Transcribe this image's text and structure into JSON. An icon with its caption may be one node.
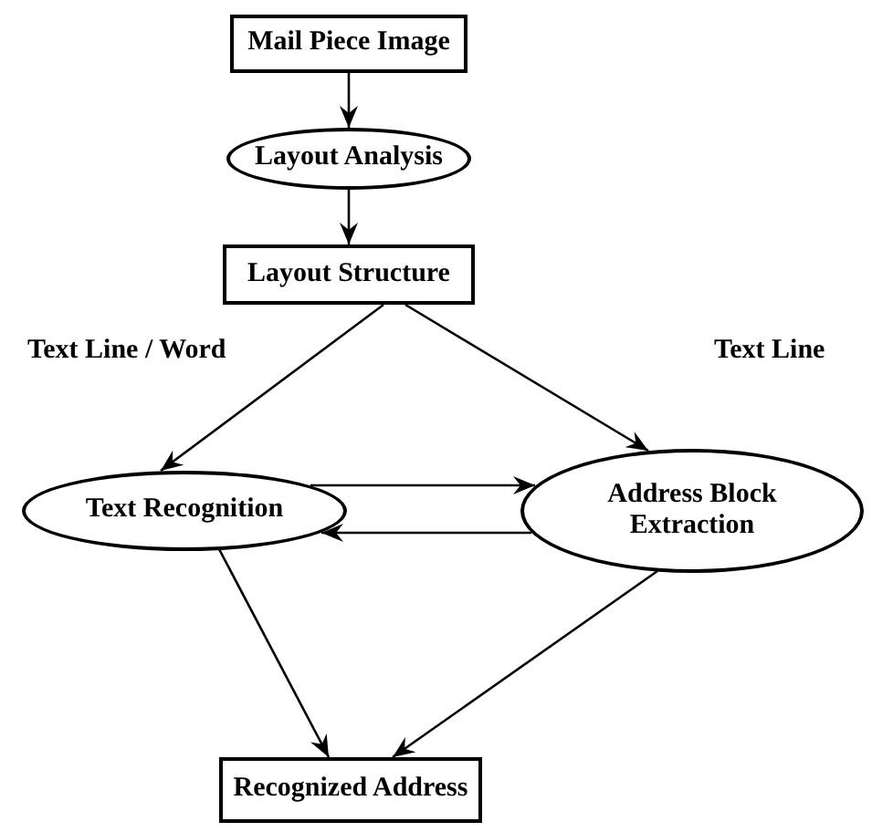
{
  "diagram": {
    "nodes": [
      {
        "text": [
          "Mail Piece Image"
        ]
      },
      {
        "text": [
          "Layout Analysis"
        ]
      },
      {
        "text": [
          "Layout Structure"
        ]
      },
      {
        "text": [
          "Text Recognition"
        ]
      },
      {
        "text": [
          "Address Block Extraction"
        ]
      },
      {
        "text": [
          "Recognized Address"
        ]
      }
    ],
    "edges": [
      {
        "from": 0,
        "to": 1,
        "arrow": "to"
      },
      {
        "from": 1,
        "to": 2,
        "arrow": "to"
      },
      {
        "from": 2,
        "to": 3,
        "arrow": "to",
        "label": "Text Line / Word"
      },
      {
        "from": 2,
        "to": 4,
        "arrow": "to",
        "label": "Text Line"
      },
      {
        "from": 3,
        "to": 4,
        "arrow": "to"
      },
      {
        "from": 4,
        "to": 3,
        "arrow": "to"
      },
      {
        "from": 3,
        "to": 5,
        "arrow": "to"
      },
      {
        "from": 4,
        "to": 5,
        "arrow": "to"
      }
    ]
  }
}
